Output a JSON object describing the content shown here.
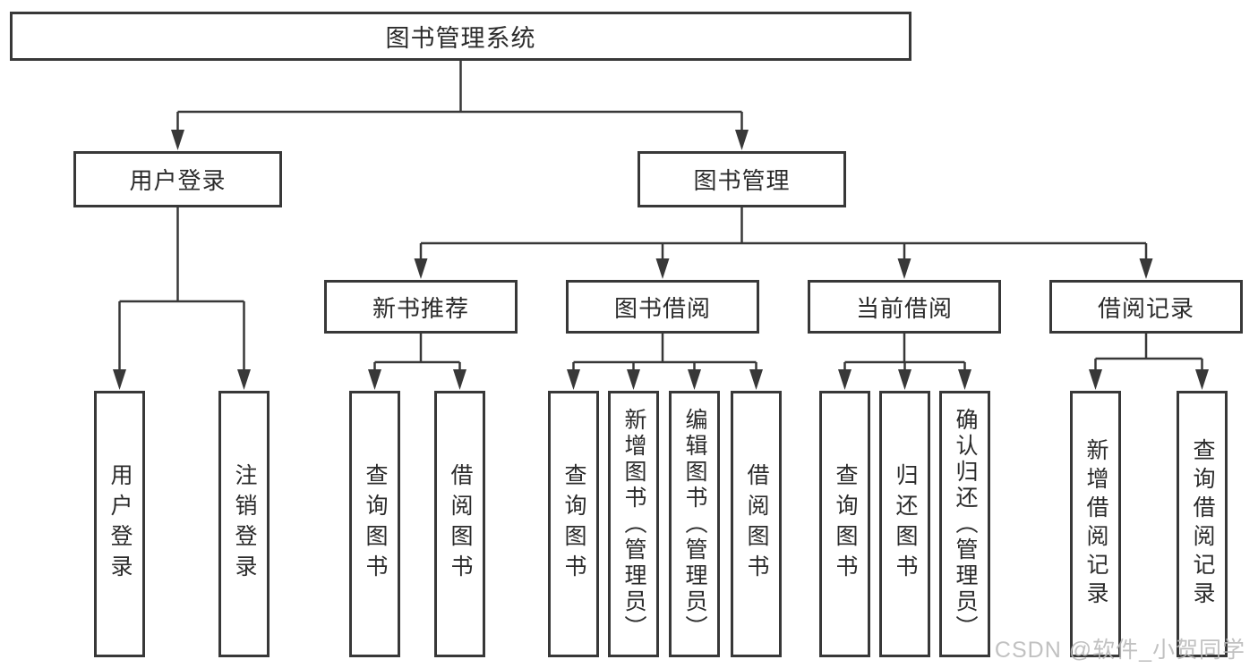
{
  "tree": {
    "root": {
      "label": "图书管理系统",
      "children": [
        {
          "label": "用户登录",
          "children": [
            {
              "label": "用户登录"
            },
            {
              "label": "注销登录"
            }
          ]
        },
        {
          "label": "图书管理",
          "children": [
            {
              "label": "新书推荐",
              "children": [
                {
                  "label": "查询图书"
                },
                {
                  "label": "借阅图书"
                }
              ]
            },
            {
              "label": "图书借阅",
              "children": [
                {
                  "label": "查询图书"
                },
                {
                  "label": "新增图书（管理员）"
                },
                {
                  "label": "编辑图书（管理员）"
                },
                {
                  "label": "借阅图书"
                }
              ]
            },
            {
              "label": "当前借阅",
              "children": [
                {
                  "label": "查询图书"
                },
                {
                  "label": "归还图书"
                },
                {
                  "label": "确认归还（管理员）"
                }
              ]
            },
            {
              "label": "借阅记录",
              "children": [
                {
                  "label": "新增借阅记录"
                },
                {
                  "label": "查询借阅记录"
                }
              ]
            }
          ]
        }
      ]
    }
  },
  "watermark": "CSDN @软件_小贺同学",
  "colors": {
    "line": "#383838",
    "box-border": "#383838",
    "text": "#2b2b2b",
    "watermark": "#b9b9b9"
  }
}
